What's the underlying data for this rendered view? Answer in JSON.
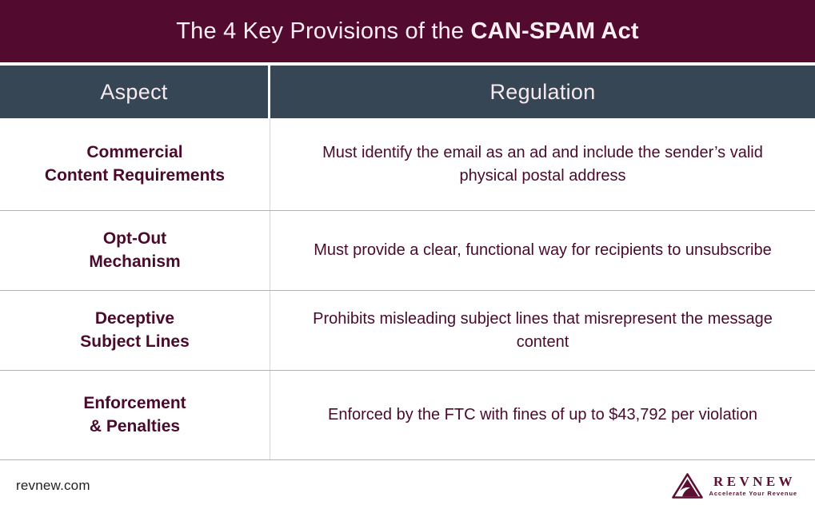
{
  "banner": {
    "title_regular": "The 4 Key Provisions of the ",
    "title_bold": "CAN-SPAM Act",
    "bg_color": "#520a2e",
    "text_color": "#fdeef4"
  },
  "table": {
    "header": {
      "aspect": "Aspect",
      "regulation": "Regulation",
      "bg_color": "#374654",
      "text_color": "#f6eaef"
    },
    "rows": [
      {
        "aspect": "Commercial\nContent Requirements",
        "aspect_line1": "Commercial",
        "aspect_line2": "Content Requirements",
        "regulation": "Must identify the email as an ad and include the sender’s valid physical postal address"
      },
      {
        "aspect": "Opt-Out\nMechanism",
        "aspect_line1": "Opt-Out",
        "aspect_line2": "Mechanism",
        "regulation": "Must provide a clear, functional way for recipients to unsubscribe"
      },
      {
        "aspect": "Deceptive\nSubject Lines",
        "aspect_line1": "Deceptive",
        "aspect_line2": "Subject Lines",
        "regulation": "Prohibits misleading subject lines that misrepresent the message content"
      },
      {
        "aspect": "Enforcement\n& Penalties",
        "aspect_line1": "Enforcement",
        "aspect_line2": "& Penalties",
        "regulation": "Enforced by the FTC with fines of up to $43,792 per violation"
      }
    ],
    "text_color": "#4a0a2c",
    "divider_color": "#e2cfd8"
  },
  "footer": {
    "site_url": "revnew.com",
    "logo_name": "REVNEW",
    "logo_tagline": "Accelerate Your Revenue",
    "logo_color": "#5c0f33"
  }
}
